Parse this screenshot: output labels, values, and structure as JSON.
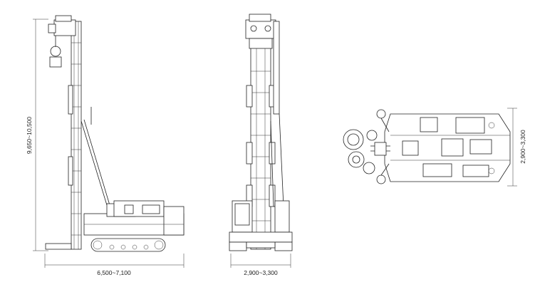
{
  "dimensions": {
    "side_height": "9,650~10,500",
    "side_length": "6,500~7,100",
    "front_width": "2,900~3,300",
    "top_width": "2,900~3,300"
  },
  "views": [
    "side-view",
    "front-view",
    "top-view"
  ]
}
